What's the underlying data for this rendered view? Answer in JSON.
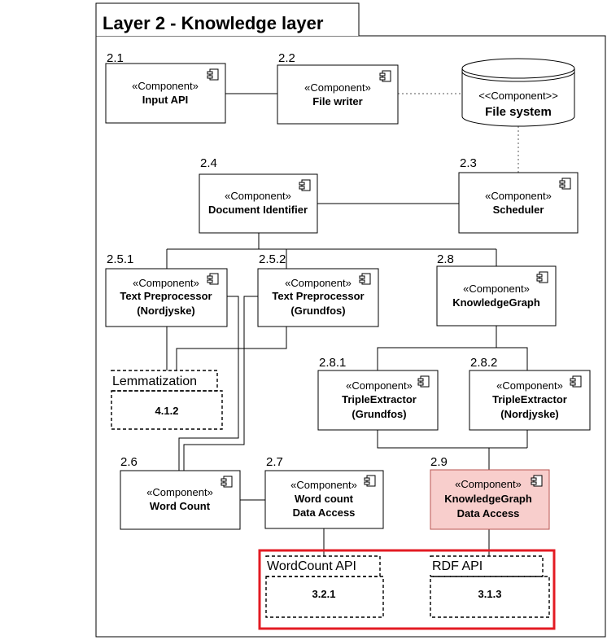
{
  "layer": {
    "title": "Layer 2 - Knowledge layer"
  },
  "components": {
    "input_api": {
      "number": "2.1",
      "stereotype": "«Component»",
      "name": "Input API"
    },
    "file_writer": {
      "number": "2.2",
      "stereotype": "«Component»",
      "name": "File writer"
    },
    "file_system": {
      "stereotype": "<<Component>>",
      "name": "File system"
    },
    "document_identifier": {
      "number": "2.4",
      "stereotype": "«Component»",
      "name": "Document Identifier"
    },
    "scheduler": {
      "number": "2.3",
      "stereotype": "«Component»",
      "name": "Scheduler"
    },
    "text_pre_nordjyske": {
      "number": "2.5.1",
      "stereotype": "«Component»",
      "name1": "Text Preprocessor",
      "name2": "(Nordjyske)"
    },
    "text_pre_grundfos": {
      "number": "2.5.2",
      "stereotype": "«Component»",
      "name1": "Text Preprocessor",
      "name2": "(Grundfos)"
    },
    "knowledge_graph": {
      "number": "2.8",
      "stereotype": "«Component»",
      "name": "KnowledgeGraph"
    },
    "triple_grundfos": {
      "number": "2.8.1",
      "stereotype": "«Component»",
      "name1": "TripleExtractor",
      "name2": "(Grundfos)"
    },
    "triple_nordjyske": {
      "number": "2.8.2",
      "stereotype": "«Component»",
      "name1": "TripleExtractor",
      "name2": "(Nordjyske)"
    },
    "word_count": {
      "number": "2.6",
      "stereotype": "«Component»",
      "name": "Word Count"
    },
    "word_count_da": {
      "number": "2.7",
      "stereotype": "«Component»",
      "name1": "Word count",
      "name2": "Data Access"
    },
    "kg_da": {
      "number": "2.9",
      "stereotype": "«Component»",
      "name1": "KnowledgeGraph",
      "name2": "Data Access"
    }
  },
  "external_refs": {
    "lemmatization": {
      "label": "Lemmatization",
      "ref": "4.1.2"
    },
    "wordcount_api": {
      "label": "WordCount API",
      "ref": "3.2.1"
    },
    "rdf_api": {
      "label": "RDF API",
      "ref": "3.1.3"
    }
  },
  "colors": {
    "highlight_fill": "#f8cecc",
    "highlight_stroke": "#b85450",
    "focus_frame": "#e31b23"
  }
}
